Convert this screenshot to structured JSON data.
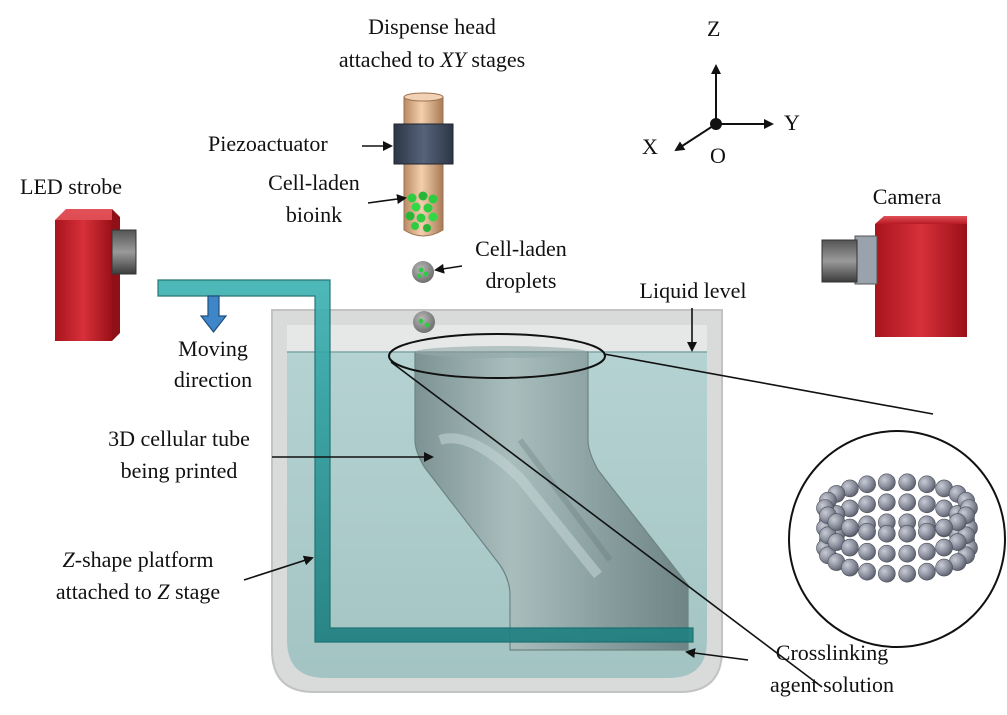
{
  "labels": {
    "dispense_head_1": "Dispense head",
    "dispense_head_2a": "attached to ",
    "dispense_head_2b": "XY",
    "dispense_head_2c": " stages",
    "piezoactuator": "Piezoactuator",
    "cell_laden_bioink_1": "Cell-laden",
    "cell_laden_bioink_2": "bioink",
    "led_strobe": "LED strobe",
    "cell_laden_droplets_1": "Cell-laden",
    "cell_laden_droplets_2": "droplets",
    "camera": "Camera",
    "liquid_level": "Liquid level",
    "moving_direction_1": "Moving",
    "moving_direction_2": "direction",
    "cellular_tube_1": "3D cellular tube",
    "cellular_tube_2": "being printed",
    "z_platform_1a": "Z",
    "z_platform_1b": "-shape platform",
    "z_platform_2a": "attached to ",
    "z_platform_2b": "Z",
    "z_platform_2c": " stage",
    "crosslinking_1": "Crosslinking",
    "crosslinking_2": "agent solution"
  },
  "axes": {
    "z": "Z",
    "y": "Y",
    "x": "X",
    "origin": "O"
  },
  "colors": {
    "device_red": "#c8202a",
    "platform_teal": "#2f9e9e",
    "liquid": "#a8c9c9",
    "nozzle": "#e3b48c",
    "piezo": "#3d4a5c",
    "cell_green": "#2ecc40",
    "arrow_blue": "#3f86c9",
    "sphere_gray": "#8a8e9c"
  }
}
